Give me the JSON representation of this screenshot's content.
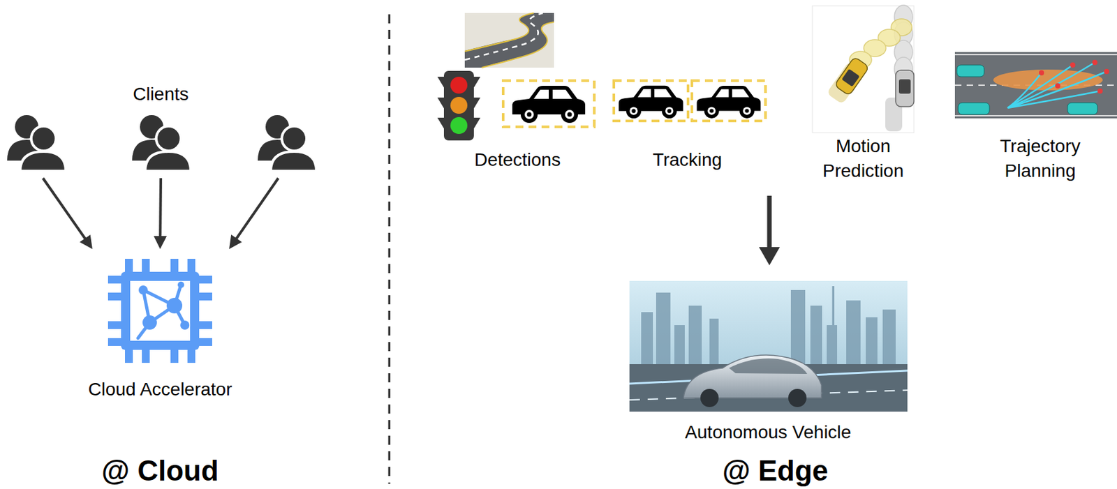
{
  "diagram": {
    "nodes": [
      {
        "text": [
          "Clients"
        ]
      },
      {
        "text": [
          "Cloud Accelerator"
        ]
      },
      {
        "text": [
          "Detections"
        ]
      },
      {
        "text": [
          "Tracking"
        ]
      },
      {
        "text": [
          "Motion Prediction"
        ]
      },
      {
        "text": [
          "Trajectory Planning"
        ]
      },
      {
        "text": [
          "Autonomous Vehicle"
        ]
      }
    ],
    "edges": [
      {
        "from": 0,
        "to": 1,
        "arrow": "to"
      }
    ],
    "labels": [
      "@ Cloud",
      "@ Edge"
    ]
  }
}
